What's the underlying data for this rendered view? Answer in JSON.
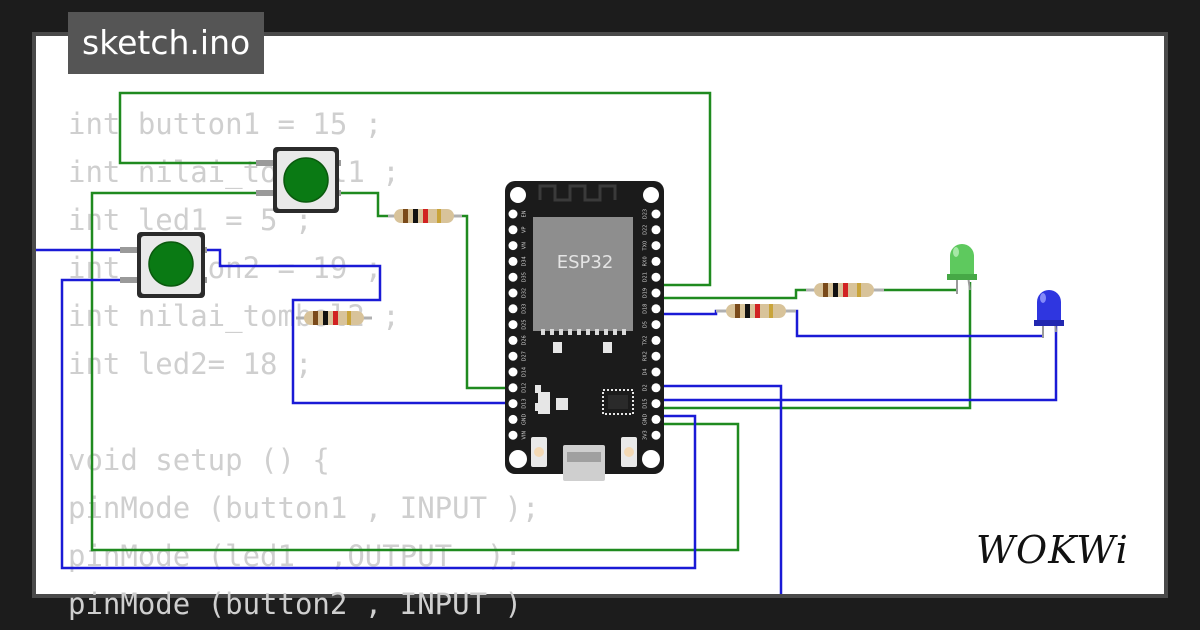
{
  "tab": {
    "filename": "sketch.ino"
  },
  "code_lines": [
    "int button1 = 15 ;",
    "int nilai_tombol1 ;",
    "int led1 = 5 ;",
    "int button2 = 19 ;",
    "int nilai_tombol2 ;",
    "int led2= 18 ;",
    "",
    "void setup () {",
    "pinMode (button1 , INPUT );",
    "pinMode (led1  ,OUTPUT  );",
    "pinMode (button2 , INPUT )"
  ],
  "board": {
    "chip_label": "ESP32",
    "left_pins": [
      "EN",
      "VP",
      "VN",
      "D34",
      "D35",
      "D32",
      "D33",
      "D25",
      "D26",
      "D27",
      "D14",
      "D12",
      "D13",
      "GND",
      "VIN"
    ],
    "right_pins": [
      "D23",
      "D22",
      "TX0",
      "RX0",
      "D21",
      "D19",
      "D18",
      "D5",
      "TX2",
      "RX2",
      "D4",
      "D2",
      "D15",
      "GND",
      "3V3"
    ]
  },
  "brand": {
    "logo_text": "WOKWi"
  },
  "colors": {
    "wire_green": "#1f8a1f",
    "wire_blue": "#1a1ad6",
    "board": "#1b1b1b",
    "led_green": "#5ec95e",
    "led_blue": "#2f36e0"
  },
  "components": {
    "buttons": [
      "pushbutton-1",
      "pushbutton-2"
    ],
    "resistors": [
      "resistor-1",
      "resistor-2",
      "resistor-3",
      "resistor-4"
    ],
    "leds": [
      "led-green",
      "led-blue"
    ]
  }
}
